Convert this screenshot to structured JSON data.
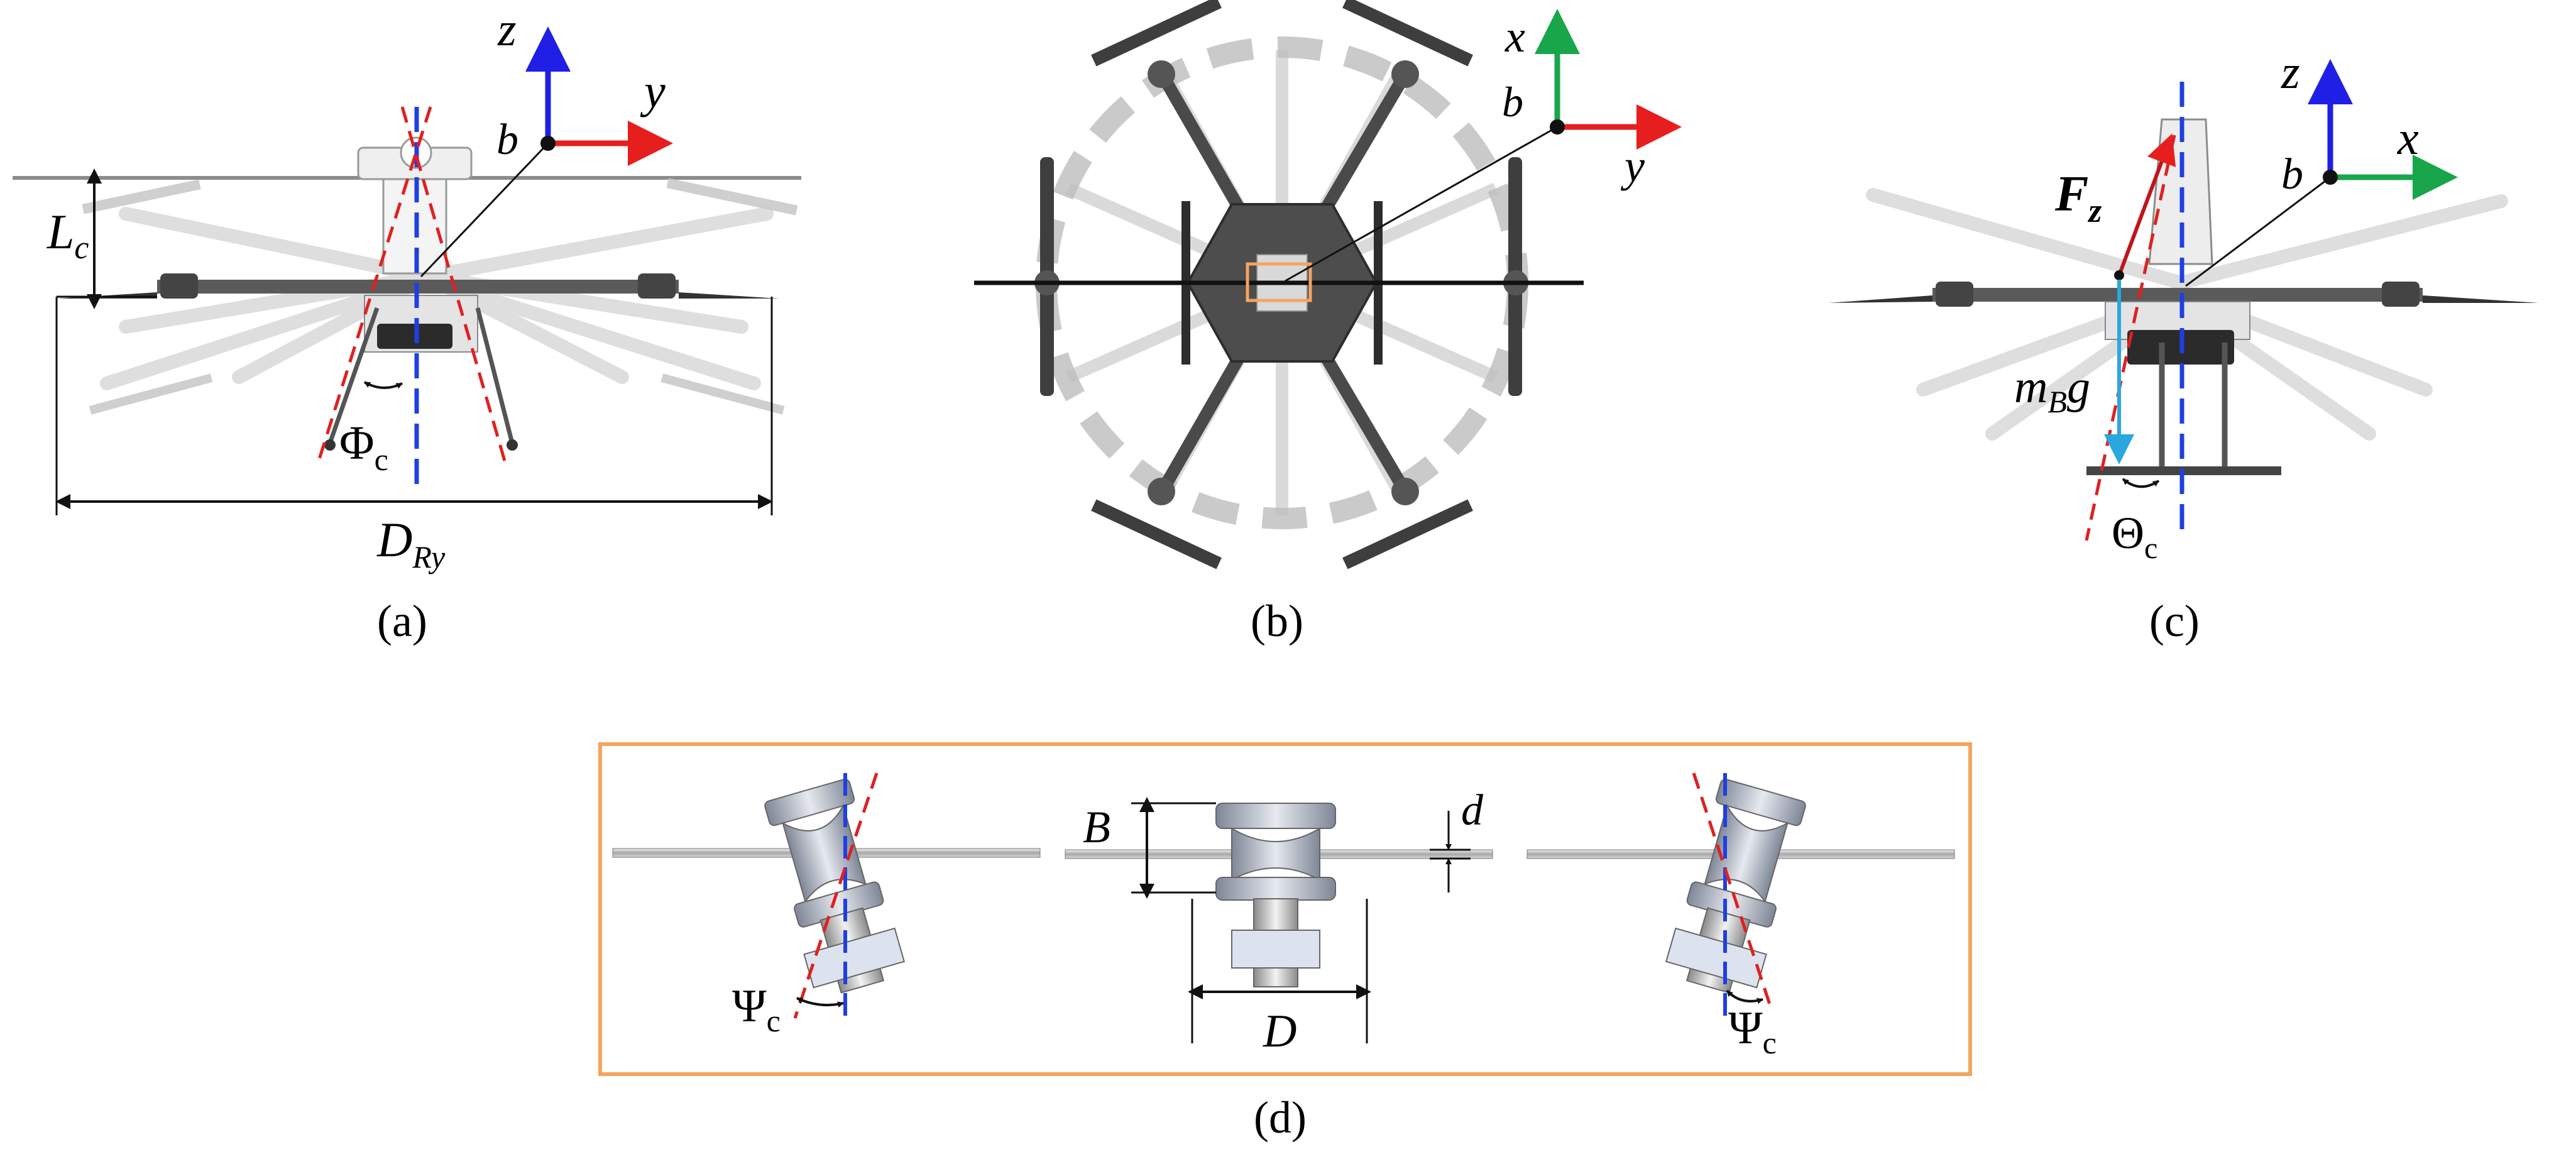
{
  "panels": {
    "a": {
      "caption": "(a)",
      "axes": {
        "vertical": "z",
        "horizontal": "y",
        "origin": "b"
      },
      "labels": {
        "length_base": "L",
        "length_sub": "c",
        "angle_base": "Φ",
        "angle_sub": "c",
        "diameter_base": "D",
        "diameter_sub": "Ry"
      }
    },
    "b": {
      "caption": "(b)",
      "axes": {
        "vertical": "x",
        "horizontal": "y",
        "origin": "b"
      }
    },
    "c": {
      "caption": "(c)",
      "axes": {
        "vertical": "z",
        "horizontal": "x",
        "origin": "b"
      },
      "labels": {
        "force_base": "F",
        "force_sub": "z",
        "weight_m": "m",
        "weight_sub": "B",
        "weight_g": "g",
        "angle_base": "Θ",
        "angle_sub": "c"
      }
    },
    "d": {
      "caption": "(d)",
      "labels": {
        "height": "B",
        "thickness": "d",
        "width": "D",
        "left_angle_base": "Ψ",
        "left_angle_sub": "c",
        "right_angle_base": "Ψ",
        "right_angle_sub": "c"
      }
    }
  },
  "colors": {
    "z_axis": "#1f1fe6",
    "y_axis": "#e61e1e",
    "x_axis": "#19a64b",
    "dash_red": "#e02020",
    "dash_blue": "#1f3fe0",
    "weight_arrow": "#2aa7df",
    "highlight_box": "#f4a460",
    "frame_dark": "#555555",
    "frame_light": "#cfcfcf"
  },
  "icons": [
    "drone-front-view",
    "drone-top-view",
    "drone-side-view",
    "gimbal-joint"
  ]
}
